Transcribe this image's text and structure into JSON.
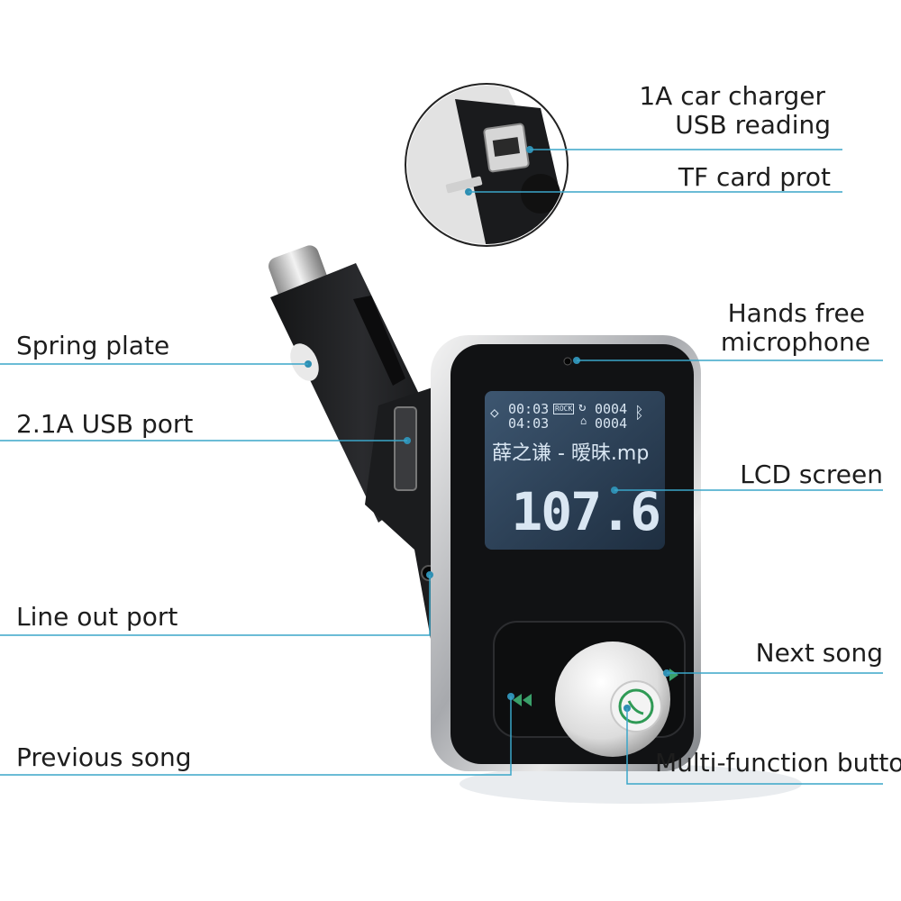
{
  "scene": {
    "lcd": {
      "time_top": "00:03",
      "time_bottom": "04:03",
      "badge_top": "ROCK",
      "track_top": "0004",
      "track_bottom": "0004",
      "song": "薛之谦 - 暧昧.mp",
      "frequency": "107.6"
    }
  },
  "callouts": {
    "usb_reading": [
      "1A car charger",
      "USB reading"
    ],
    "tf_card": "TF card prot",
    "spring_plate": "Spring plate",
    "usb_port": "2.1A USB port",
    "microphone": [
      "Hands free",
      "microphone"
    ],
    "lcd_screen": "LCD screen",
    "line_out": "Line out port",
    "next_song": "Next song",
    "previous_song": "Previous song",
    "multi_function": "Multi-function butto"
  },
  "colors": {
    "callout_line": "#3aa6c9",
    "device_body": "#1f2022",
    "lcd_background": "#2b3f55",
    "lcd_text": "#d9e6f2"
  }
}
